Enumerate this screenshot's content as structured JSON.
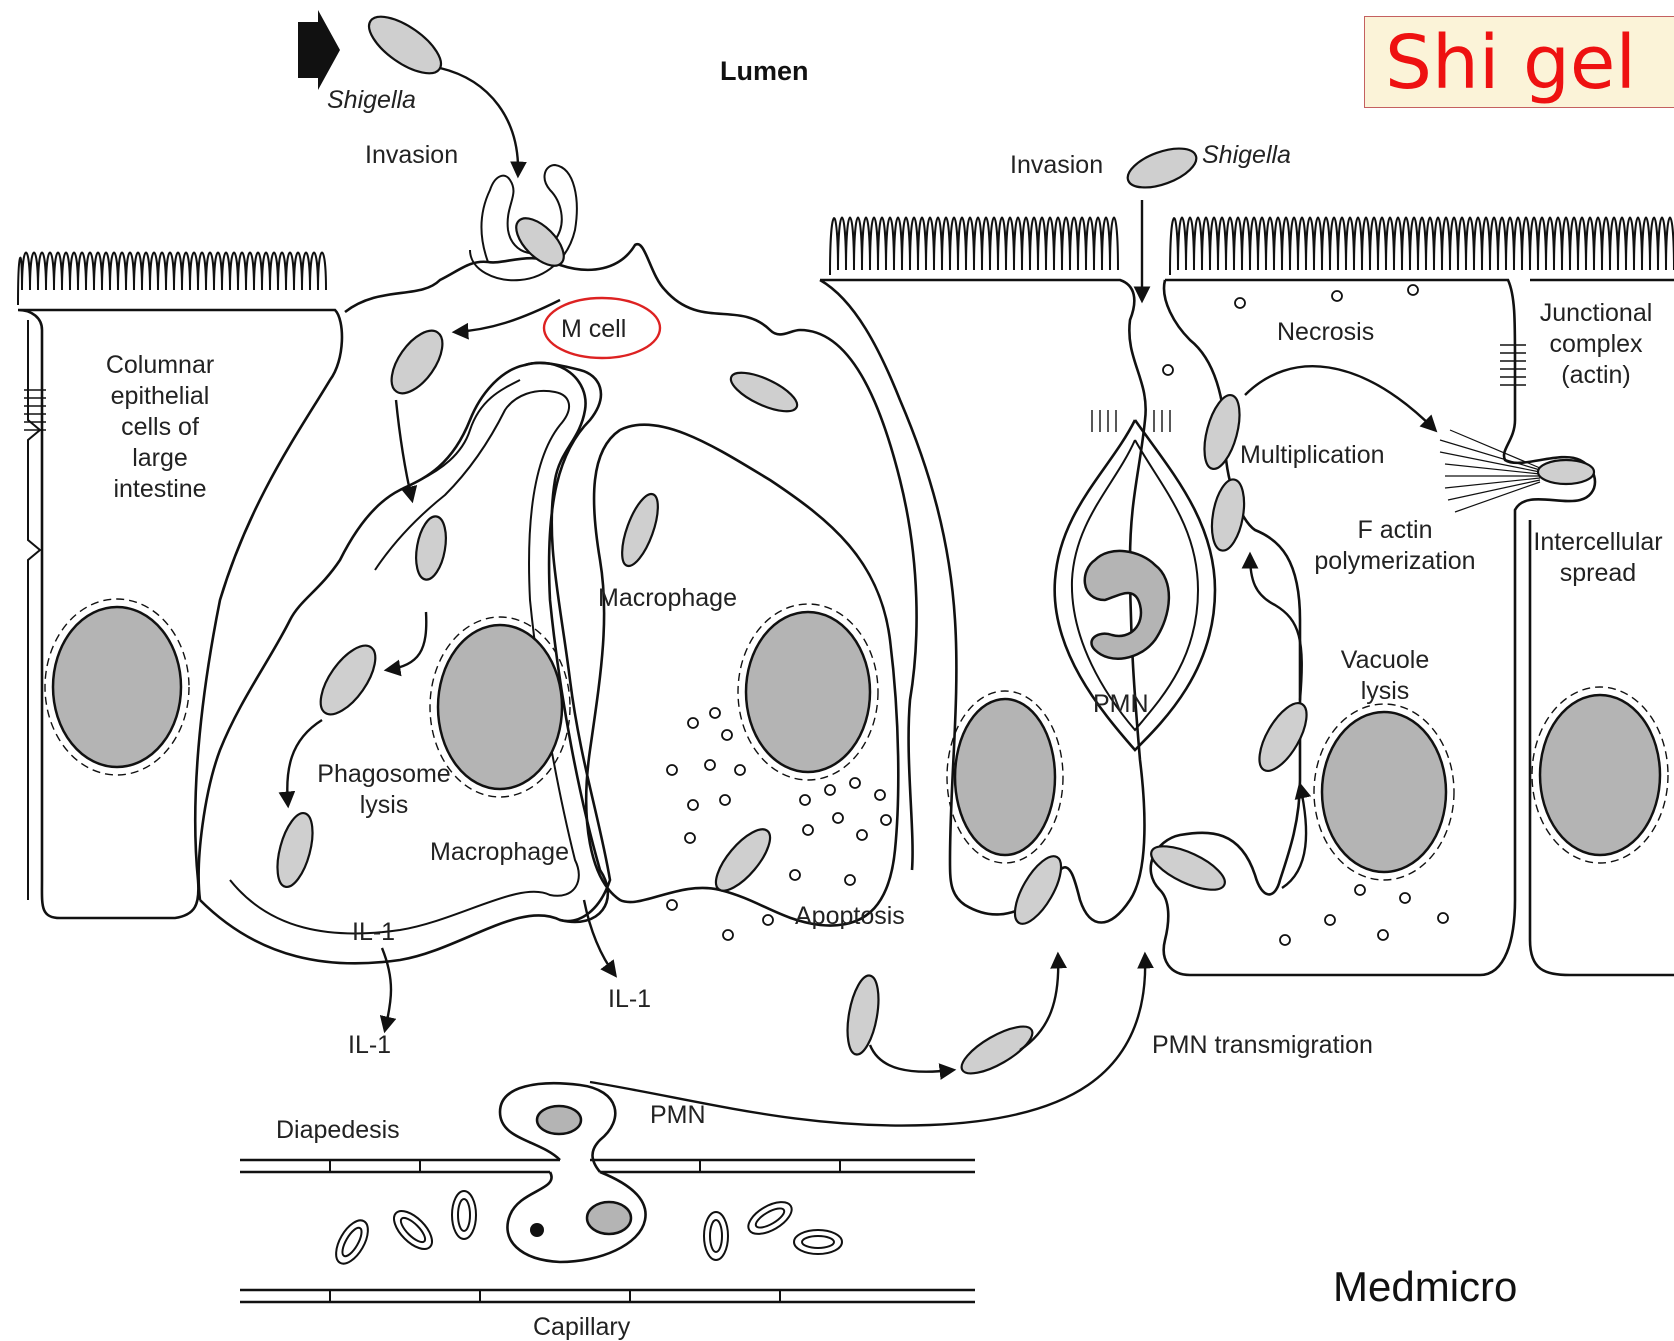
{
  "title": "Shi gel",
  "credit": "Medmicro",
  "labels": {
    "lumen": "Lumen",
    "shigella_1": "Shigella",
    "shigella_2": "Shigella",
    "invasion_1": "Invasion",
    "invasion_2": "Invasion",
    "m_cell": "M cell",
    "columnar_1": "Columnar",
    "columnar_2": "epithelial",
    "columnar_3": "cells of",
    "columnar_4": "large",
    "columnar_5": "intestine",
    "macrophage_1": "Macrophage",
    "macrophage_2": "Macrophage",
    "phagosome_1": "Phagosome",
    "phagosome_2": "lysis",
    "il1_a": "IL-1",
    "il1_b": "IL-1",
    "il1_c": "IL-1",
    "apoptosis": "Apoptosis",
    "pmn_1": "PMN",
    "pmn_2": "PMN",
    "pmn_transmigration": "PMN transmigration",
    "necrosis": "Necrosis",
    "multiplication": "Multiplication",
    "f_actin_1": "F actin",
    "f_actin_2": "polymerization",
    "vacuole_1": "Vacuole",
    "vacuole_2": "lysis",
    "junctional_1": "Junctional",
    "junctional_2": "complex",
    "junctional_3": "(actin)",
    "intercellular_1": "Intercellular",
    "intercellular_2": "spread",
    "diapedesis": "Diapedesis",
    "capillary": "Capillary"
  },
  "colors": {
    "title_text": "#ee1111",
    "title_bg": "#fbf3d8",
    "m_cell_circle": "#dd2222",
    "nucleus_fill": "#b4b4b4"
  }
}
